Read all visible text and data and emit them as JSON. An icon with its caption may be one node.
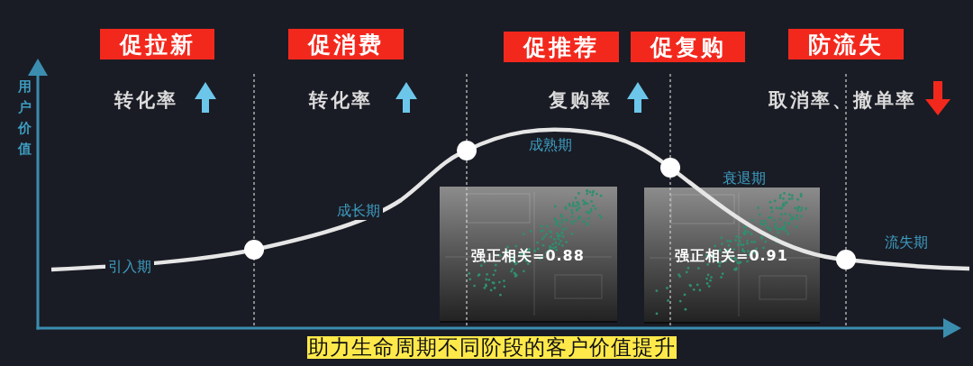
{
  "diagram": {
    "caption": "助力生命周期不同阶段的客户价值提升",
    "nodes": [
      {
        "text": [
          "促拉新"
        ]
      },
      {
        "text": [
          "促消费"
        ]
      },
      {
        "text": [
          "促推荐"
        ]
      },
      {
        "text": [
          "促复购"
        ]
      },
      {
        "text": [
          "防流失"
        ]
      },
      {
        "text": [
          "强正相关=0.88"
        ]
      },
      {
        "text": [
          "强正相关=0.91"
        ]
      }
    ],
    "labels": [
      "用户价值",
      "转化率",
      "转化率",
      "复购率",
      "取消率、撤单率",
      "引入期",
      "成长期",
      "成熟期",
      "衰退期",
      "流失期"
    ]
  }
}
